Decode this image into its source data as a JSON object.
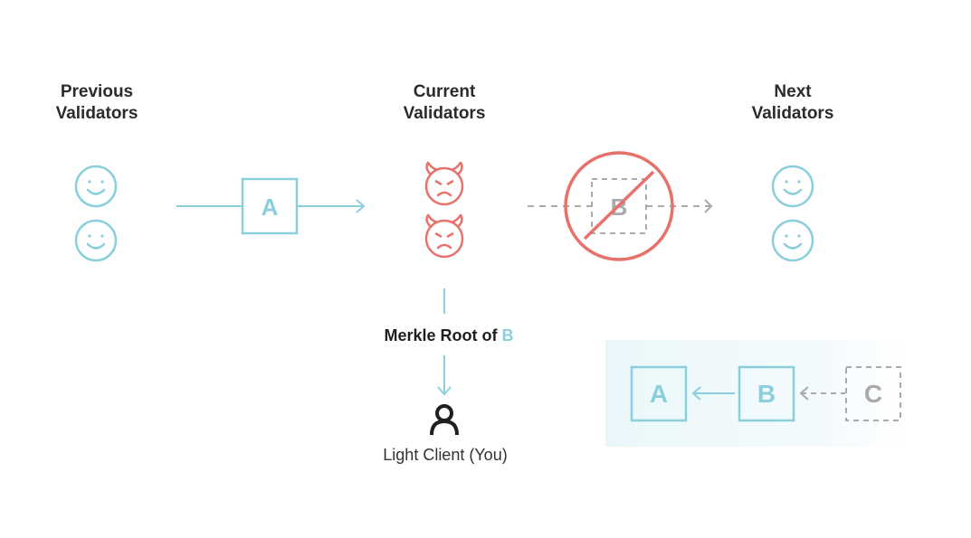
{
  "columns": {
    "previous": {
      "line1": "Previous",
      "line2": "Validators"
    },
    "current": {
      "line1": "Current",
      "line2": "Validators"
    },
    "next": {
      "line1": "Next",
      "line2": "Validators"
    }
  },
  "blocks": {
    "top_a": "A",
    "top_b": "B",
    "chain_a": "A",
    "chain_b": "B",
    "chain_c": "C"
  },
  "merkle": {
    "prefix": "Merkle Root of ",
    "block": "B"
  },
  "client": {
    "label": "Light Client (You)"
  },
  "icons": {
    "honest": "smiley-face-icon",
    "malicious": "devil-face-icon",
    "rejected": "prohibited-icon",
    "client": "person-icon"
  },
  "colors": {
    "honest": "#8bcfdd",
    "malicious": "#e8716b",
    "pending": "#aaaaaa",
    "text": "#2b2b2b",
    "chain_bg": "#eef8fb"
  }
}
